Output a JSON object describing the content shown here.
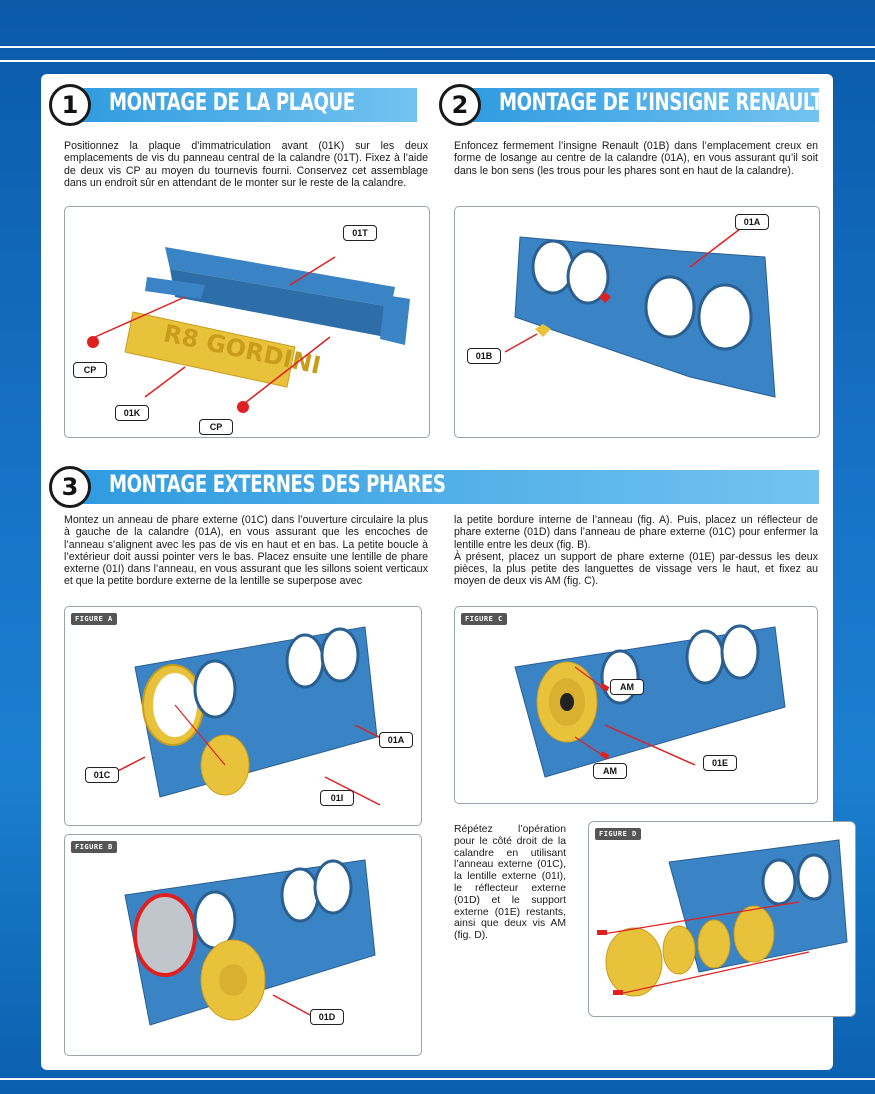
{
  "colors": {
    "blue": "#1b7fd0",
    "part_blue": "#3a83c4",
    "part_yellow": "#e9c23c",
    "red": "#e02020"
  },
  "step1": {
    "number": "1",
    "title": "MONTAGE DE LA PLAQUE",
    "text": "Positionnez la plaque d’immatriculation avant (01K) sur les deux emplacements de vis du panneau central de la calandre (01T). Fixez à l’aide de deux vis CP au moyen du tournevis fourni. Conservez cet assemblage dans un endroit sûr en attendant de le monter sur le reste de la calandre.",
    "plate_text": "R8 GORDINI",
    "labels": {
      "t": "01T",
      "cp1": "CP",
      "k": "01K",
      "cp2": "CP"
    }
  },
  "step2": {
    "number": "2",
    "title": "MONTAGE DE L’INSIGNE RENAULT",
    "text": "Enfoncez fermement l’insigne Renault (01B) dans l’emplacement creux en forme de losange au centre de la calandre (01A), en vous assurant qu’il soit dans le bon sens (les trous pour les phares sont en haut de la calandre).",
    "labels": {
      "a": "01A",
      "b": "01B"
    }
  },
  "step3": {
    "number": "3",
    "title": "MONTAGE EXTERNES DES PHARES",
    "text_left": "Montez un anneau de phare externe (01C) dans l’ouverture circulaire la plus à gauche de la calandre (01A), en vous assurant que les encoches de l’anneau s’alignent avec les pas de vis en haut et en bas. La petite boucle à l’extérieur doit aussi pointer vers le bas. Placez ensuite une lentille de phare externe (01I) dans l’anneau, en vous assurant que les sillons soient verticaux et que la petite bordure externe de la lentille se superpose avec",
    "text_right": "la petite bordure interne de l’anneau (fig. A). Puis, placez un réflecteur de phare externe (01D) dans l’anneau de phare externe (01C) pour enfermer la lentille entre les deux (fig. B).\nÀ présent, placez un support de phare externe (01E) par-dessus les deux pièces, la plus petite des languettes de vissage vers le haut, et fixez au moyen de deux vis AM (fig. C).",
    "repeat_text": "Répétez l’opération pour le côté droit de la calandre en utilisant l’anneau externe (01C), la lentille externe (01I), le réflecteur externe (01D) et le support externe (01E) restants, ainsi que deux vis AM (fig. D).",
    "figA": {
      "tag": "FIGURE A",
      "labels": {
        "a": "01A",
        "c": "01C",
        "i": "01I"
      }
    },
    "figB": {
      "tag": "FIGURE B",
      "labels": {
        "d": "01D"
      }
    },
    "figC": {
      "tag": "FIGURE C",
      "labels": {
        "am1": "AM",
        "am2": "AM",
        "e": "01E"
      }
    },
    "figD": {
      "tag": "FIGURE D"
    }
  }
}
